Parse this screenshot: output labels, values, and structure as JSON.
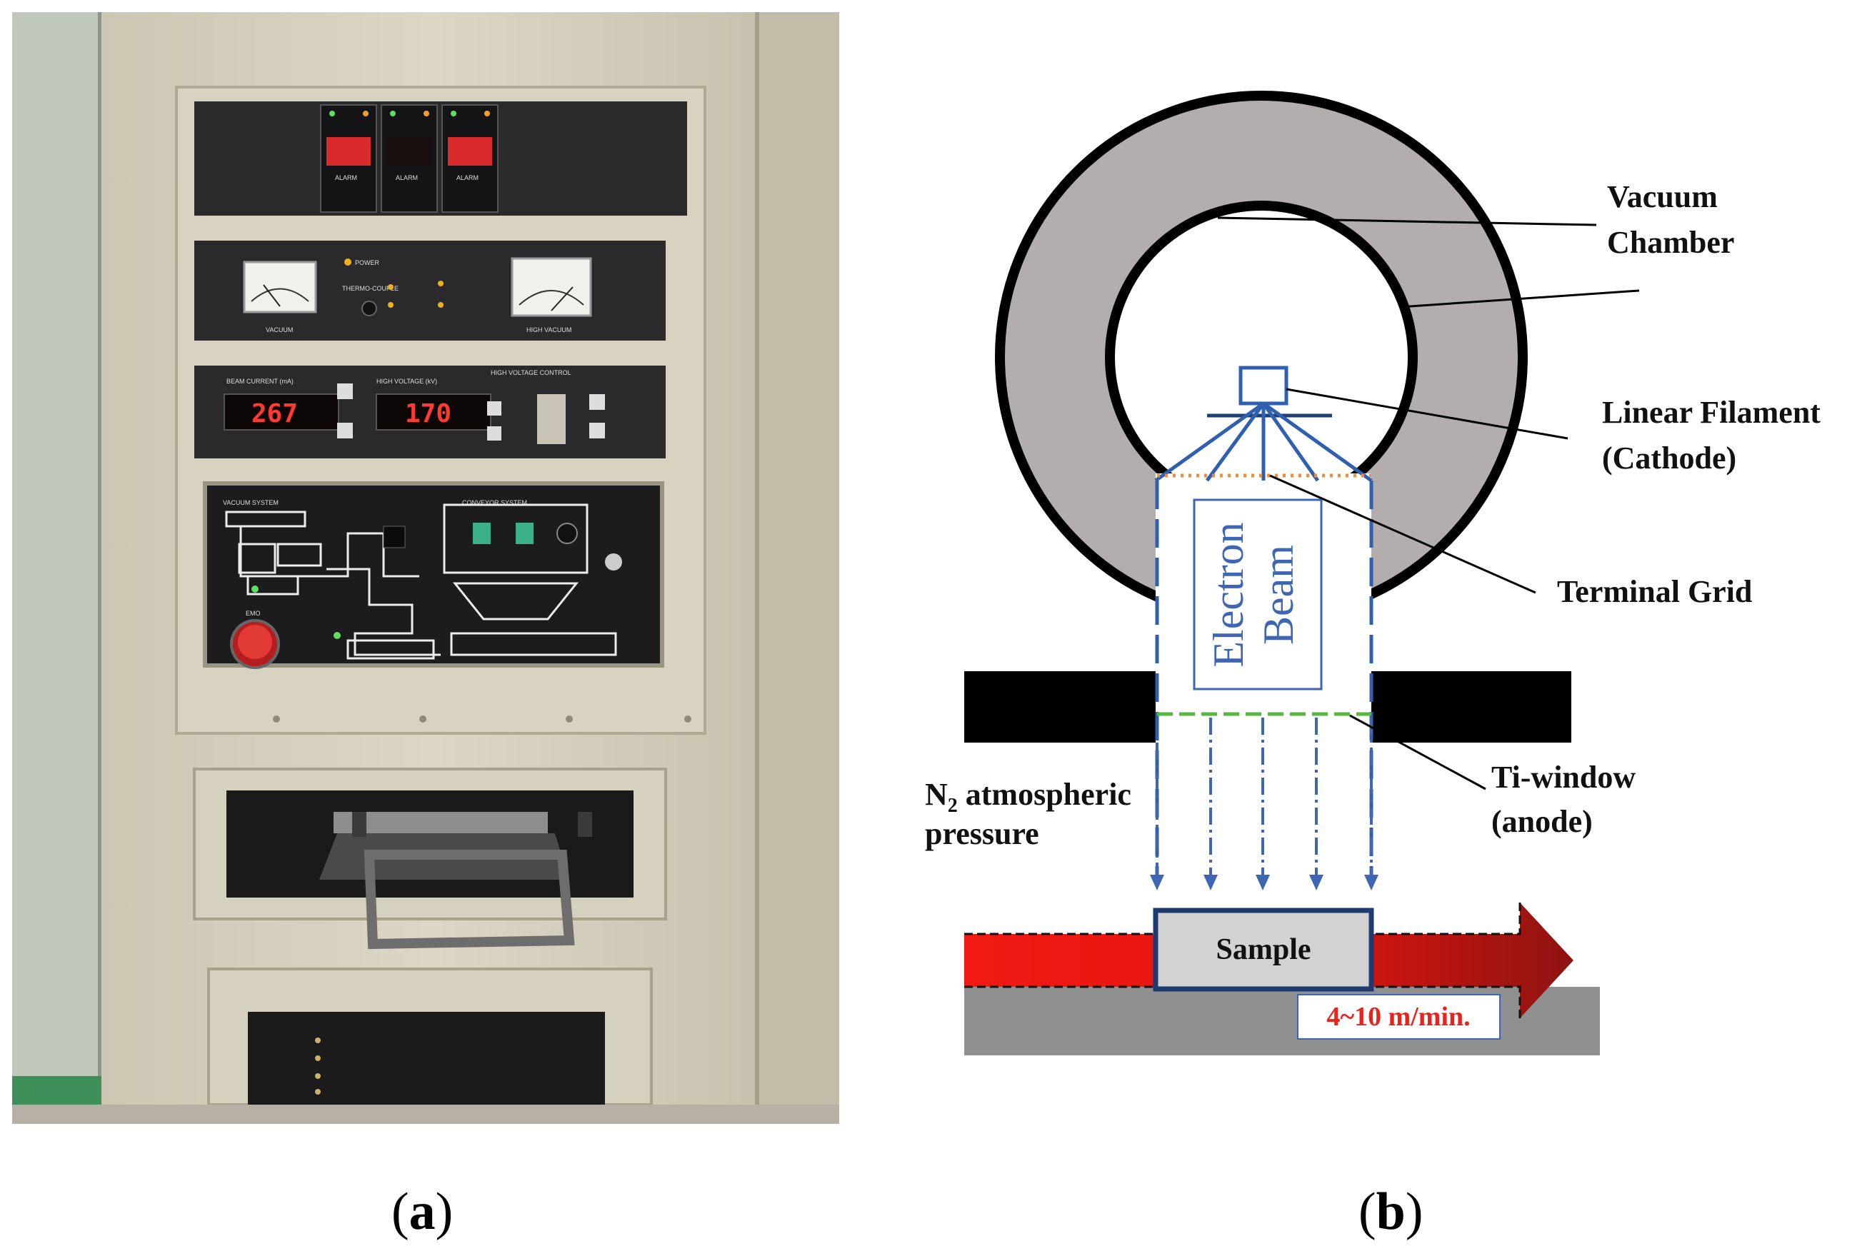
{
  "captions": {
    "a": "a",
    "b": "b"
  },
  "photo": {
    "meter_1": "267",
    "meter_2": "170",
    "beam_current_label": "BEAM CURRENT (mA)",
    "high_voltage_label": "HIGH VOLTAGE (kV)",
    "hv_control_label": "HIGH VOLTAGE CONTROL",
    "alarm_label": "ALARM",
    "vacuum_label": "VACUUM",
    "high_vacuum_label": "HIGH VACUUM",
    "power_label": "POWER",
    "thermo_label": "THERMO-COUPLE",
    "vacuum_system_label": "VACUUM SYSTEM",
    "conveyor_system_label": "CONVEYOR SYSTEM",
    "emo_label": "EMO"
  },
  "diagram": {
    "vacuum_chamber_line1": "Vacuum",
    "vacuum_chamber_line2": "Chamber",
    "filament_line1": "Linear Filament",
    "filament_line2": "(Cathode)",
    "terminal_grid": "Terminal Grid",
    "electron": "Electron",
    "beam": "Beam",
    "ti_window_line1": "Ti-window",
    "ti_window_line2": "(anode)",
    "n2_line1_prefix": "N",
    "n2_subscript": "2",
    "n2_line1_suffix": " atmospheric",
    "n2_line2": "pressure",
    "sample": "Sample",
    "speed": "4~10 m/min."
  },
  "colors": {
    "chamber_fill": "#b3adad",
    "beam_blue": "#2f5fae",
    "grid_orange": "#f08a3c",
    "window_green": "#56b842",
    "arrow_red": "#e0150f",
    "conveyor_gray": "#909090",
    "speed_text": "#e8231c"
  }
}
